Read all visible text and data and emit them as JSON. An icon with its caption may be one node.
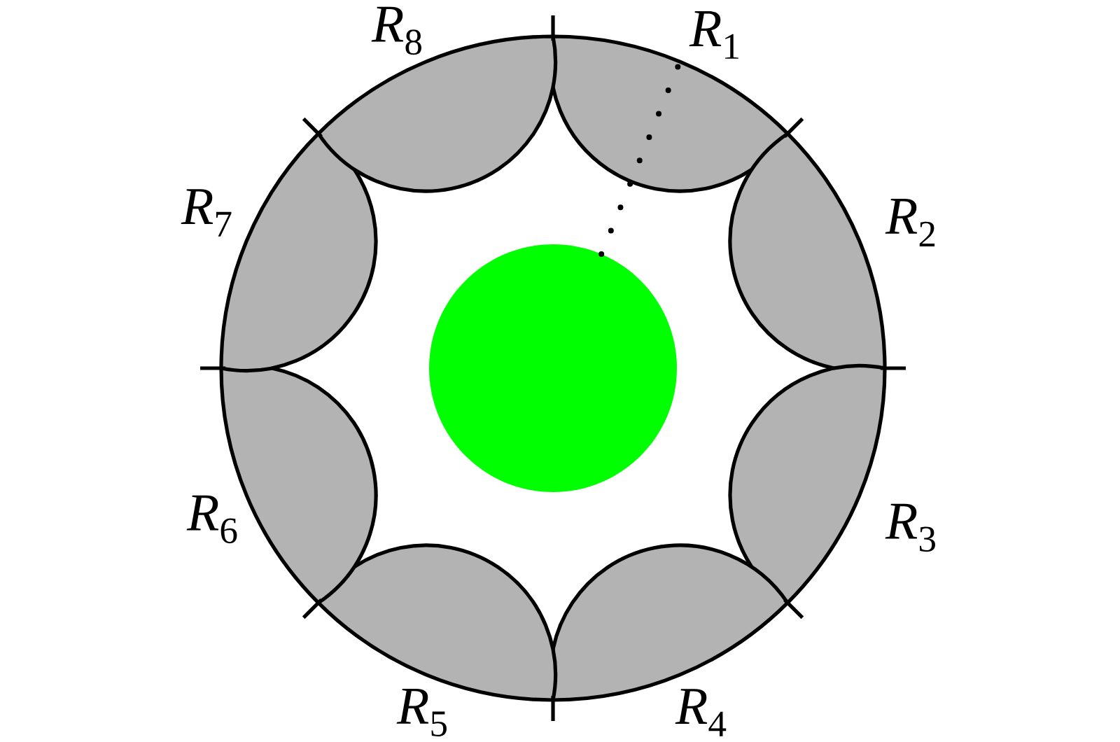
{
  "diagram": {
    "nodes": [
      {
        "text": [
          "*R*$_{1}$"
        ]
      },
      {
        "text": [
          "*R*$_{2}$"
        ]
      },
      {
        "text": [
          "*R*$_{3}$"
        ]
      },
      {
        "text": [
          "*R*$_{4}$"
        ]
      },
      {
        "text": [
          "*R*$_{5}$"
        ]
      },
      {
        "text": [
          "*R*$_{6}$"
        ]
      },
      {
        "text": [
          "*R*$_{7}$"
        ]
      },
      {
        "text": [
          "*R*$_{8}$"
        ]
      },
      {
        "text": [],
        "shape": "circle"
      }
    ],
    "edges": [
      {
        "from": 8,
        "to": 0,
        "arrow": "none",
        "style": "dashed"
      }
    ]
  }
}
